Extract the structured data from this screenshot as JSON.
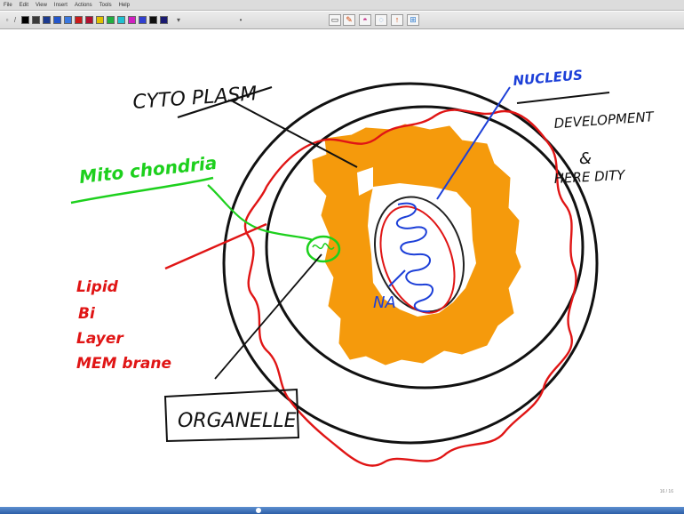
{
  "menu": {
    "items": [
      "File",
      "Edit",
      "View",
      "Insert",
      "Actions",
      "Tools",
      "Help"
    ]
  },
  "toolbar": {
    "swatches": [
      "#000000",
      "#3a3a3a",
      "#1b3a8f",
      "#2255cc",
      "#3a78e0",
      "#cc1a1a",
      "#b01030",
      "#e0c000",
      "#20b040",
      "#20c0d0",
      "#d020c0",
      "#3040d0",
      "#101010",
      "#1a1a70"
    ],
    "tools": [
      "selection-icon",
      "pen-icon",
      "eraser-icon",
      "lasso-icon",
      "shape-icon",
      "insert-space-icon"
    ]
  },
  "annotations": {
    "cytoplasm": "CYTO PLASM",
    "nucleus": "NUCLEUS",
    "development": "DEVELOPMENT",
    "ampersand": "&",
    "heredity": "HERE DITY",
    "mitochondria": "Mito chondria",
    "lipid": "Lipid",
    "bi": "Bi",
    "layer": "Layer",
    "membrane": "MEM brane",
    "na": "NA",
    "organelle": "ORGANELLE"
  },
  "page_indicator": "16 / 16",
  "colors": {
    "ink_black": "#111111",
    "ink_red": "#e01515",
    "ink_blue": "#1c3fd8",
    "ink_green": "#1dd01d",
    "highlight_orange": "#f59a0c"
  }
}
